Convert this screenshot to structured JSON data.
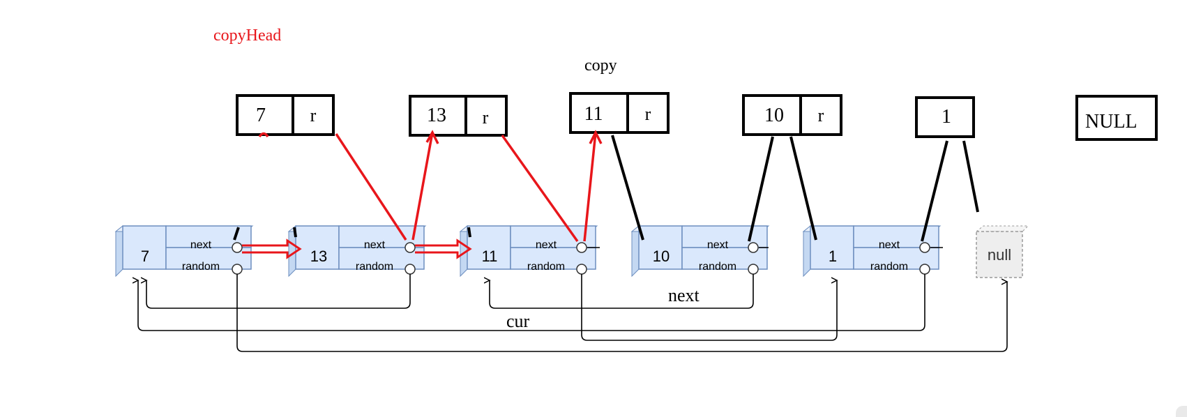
{
  "labels": {
    "copy_head": "copyHead",
    "copy": "copy",
    "next": "next",
    "cur": "cur"
  },
  "copy_nodes": [
    {
      "val": "7",
      "ptr": "r"
    },
    {
      "val": "13",
      "ptr": "r"
    },
    {
      "val": "11",
      "ptr": "r"
    },
    {
      "val": "10",
      "ptr": "r"
    },
    {
      "val": "1",
      "ptr": ""
    }
  ],
  "copy_null": "NULL",
  "orig_nodes": [
    {
      "val": "7",
      "next_label": "next",
      "random_label": "random"
    },
    {
      "val": "13",
      "next_label": "next",
      "random_label": "random"
    },
    {
      "val": "11",
      "next_label": "next",
      "random_label": "random"
    },
    {
      "val": "10",
      "next_label": "next",
      "random_label": "random"
    },
    {
      "val": "1",
      "next_label": "next",
      "random_label": "random"
    }
  ],
  "orig_null": "null",
  "colors": {
    "node_fill": "#dae8fc",
    "node_stroke": "#6c8ebf",
    "red": "#e8161b",
    "black": "#000000"
  }
}
